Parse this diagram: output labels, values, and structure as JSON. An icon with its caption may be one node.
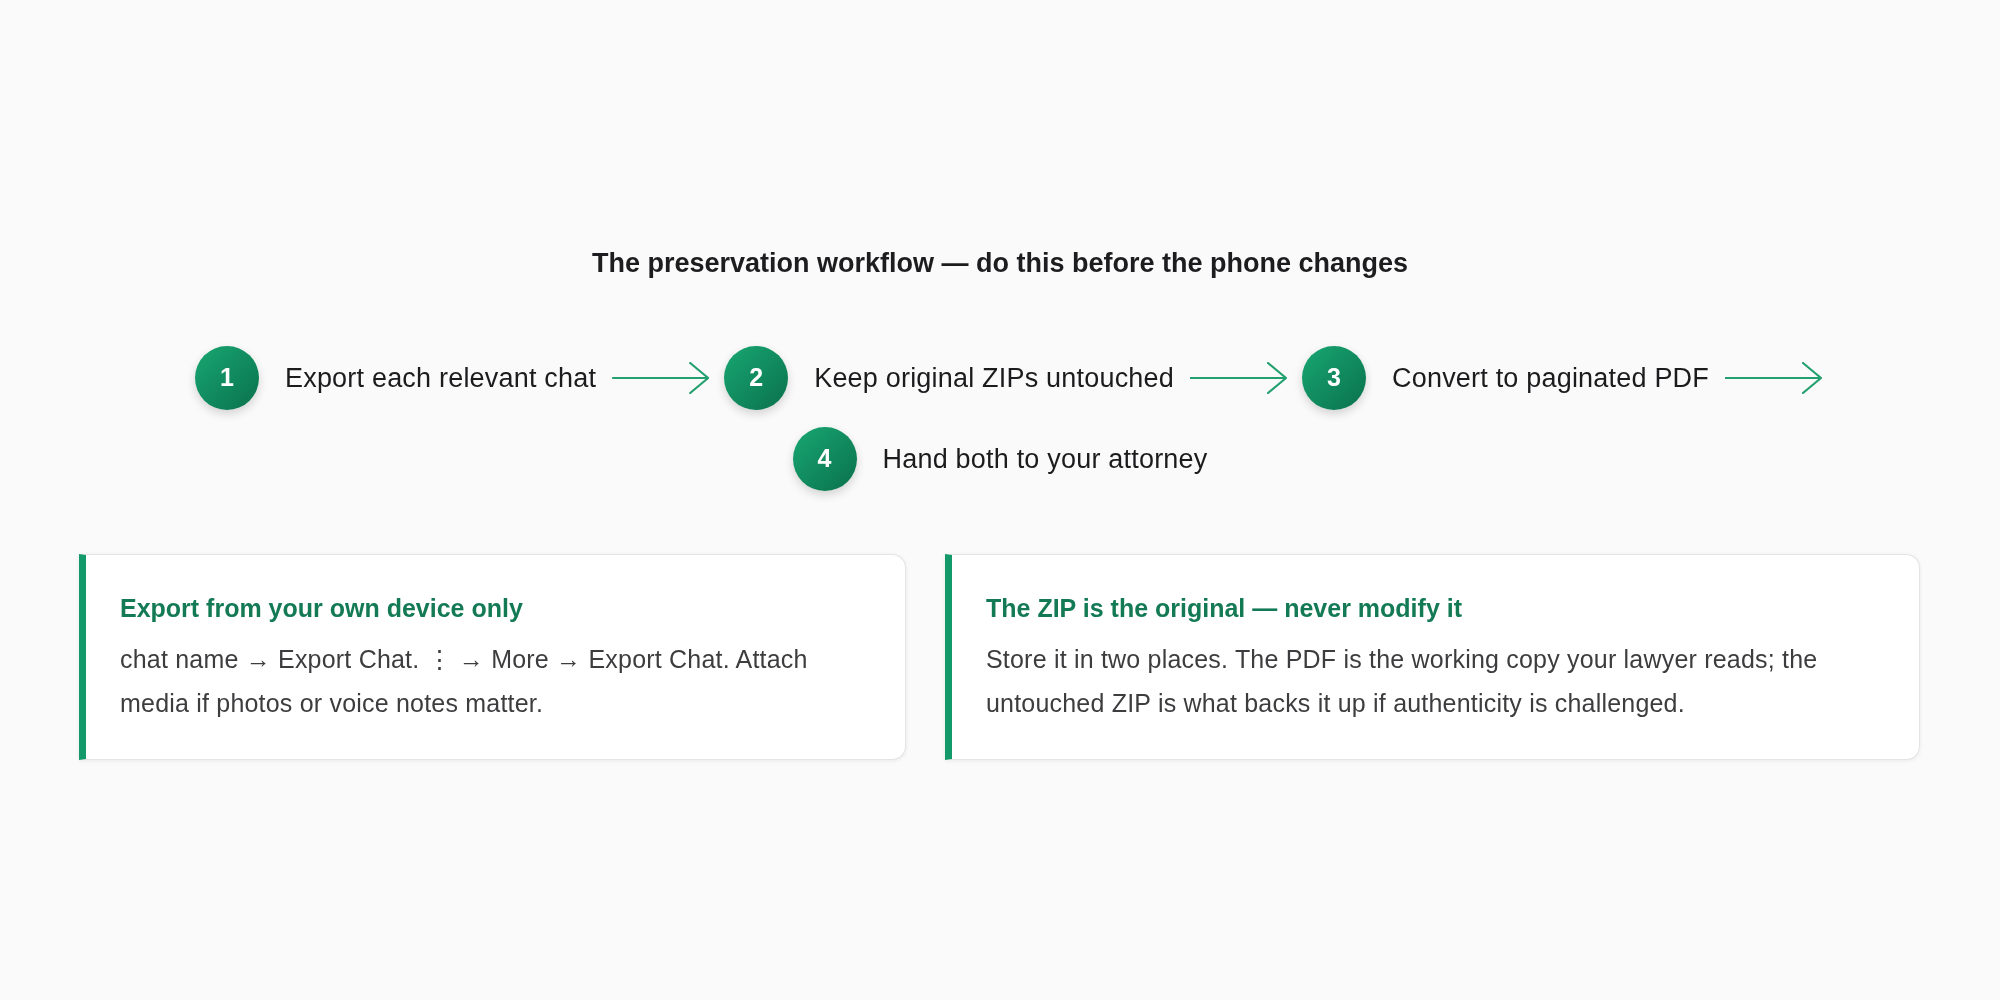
{
  "diagram": {
    "title": "The preservation workflow — do this before the phone changes",
    "nodes": [
      {
        "text": [
          "1",
          "Export each relevant chat"
        ]
      },
      {
        "text": [
          "2",
          "Keep original ZIPs untouched"
        ]
      },
      {
        "text": [
          "3",
          "Convert to paginated PDF"
        ]
      },
      {
        "text": [
          "4",
          "Hand both to your attorney"
        ]
      },
      {
        "text": [
          "Export from your own device only",
          "chat name → Export Chat. ⋮ → More → Export Chat. Attach media if photos or voice notes matter."
        ]
      },
      {
        "text": [
          "The ZIP is the original — never modify it",
          "Store it in two places. The PDF is the working copy your lawyer reads; the untouched ZIP is what backs it up if authenticity is challenged."
        ]
      }
    ],
    "edges": [
      {
        "from": 0,
        "to": 1,
        "arrow": "to"
      },
      {
        "from": 1,
        "to": 2,
        "arrow": "to"
      },
      {
        "from": 2,
        "to": null,
        "arrow": "to"
      }
    ]
  }
}
